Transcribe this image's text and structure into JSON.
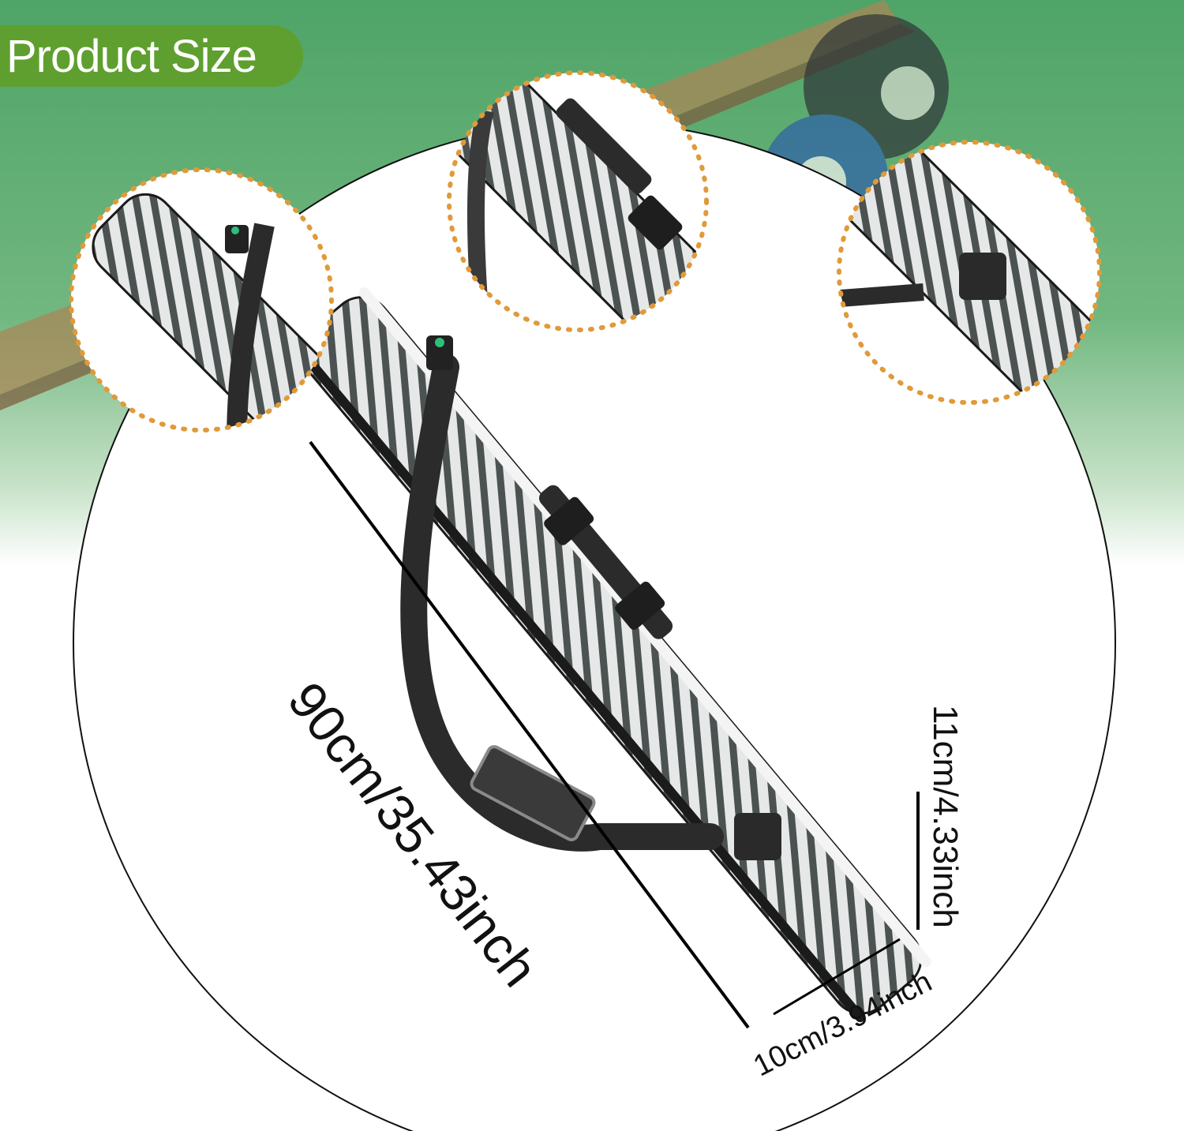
{
  "badge": {
    "label": "Product Size"
  },
  "dimensions": {
    "length": "90cm/35.43inch",
    "height": "11cm/4.33inch",
    "width": "10cm/3.94inch"
  },
  "colors": {
    "badge": "#5f9f2f",
    "table_felt": "#5aa86a",
    "zoom_circle_border": "#e09a3a",
    "case_body": "#4a4f4f",
    "case_stripe": "#e4e6e6",
    "strap": "#2a2a2a"
  },
  "icons": [
    "billiard-ball-icon",
    "cue-stick-icon",
    "latch-icon",
    "handle-icon"
  ]
}
